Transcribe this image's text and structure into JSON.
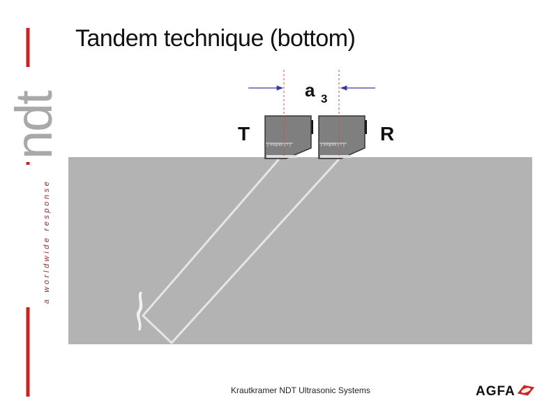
{
  "slide": {
    "title": "Tandem technique (bottom)",
    "footer": "Krautkramer NDT Ultrasonic Systems"
  },
  "branding": {
    "side_logo": "ndt",
    "side_tagline": "a worldwide response",
    "company_logo": "AGFA",
    "accent_color": "#cc2222"
  },
  "diagram": {
    "transmitter_label": "T",
    "receiver_label": "R",
    "spacing_label": "a",
    "spacing_subscript": "3",
    "probe_scale_label": "5  10  15",
    "specimen_color": "#b3b3b3",
    "probe_color": "#7f7f7f",
    "beam_color": "#e6e6e6",
    "arrow_color": "#3a3a9a",
    "centerline_color": "#e04040"
  }
}
